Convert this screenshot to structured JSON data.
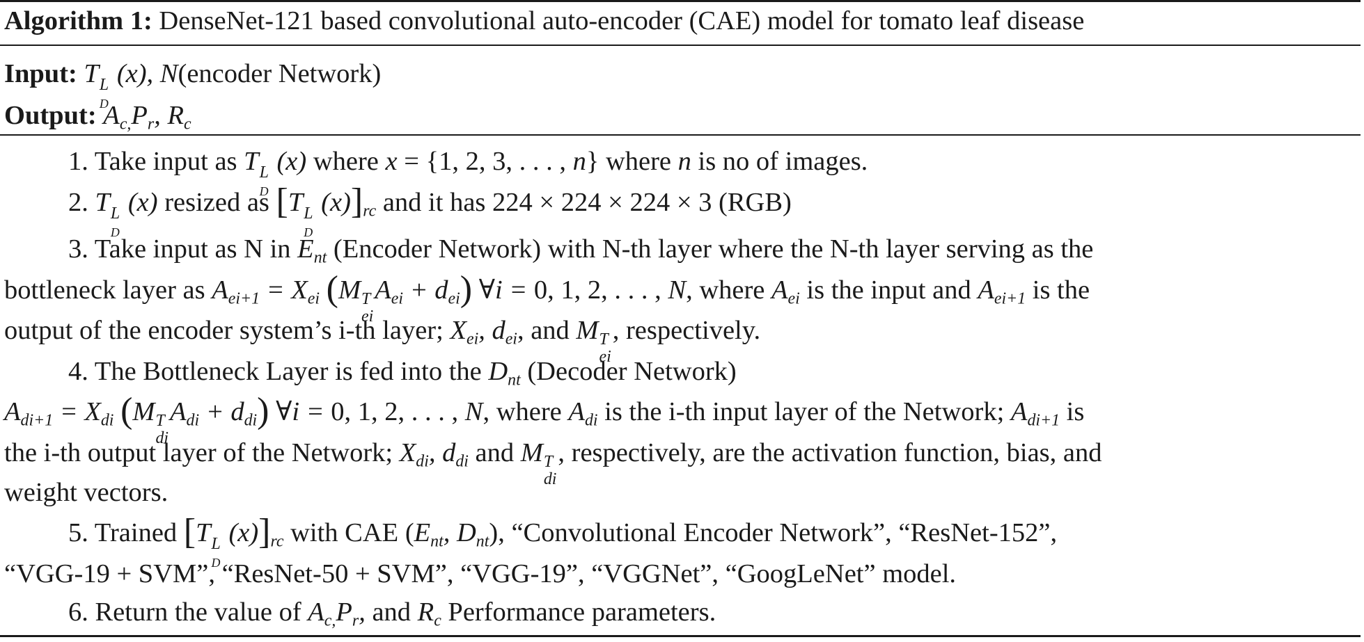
{
  "algorithm": {
    "label": "Algorithm 1:",
    "title": "DenseNet-121 based convolutional auto-encoder (CAE) model for tomato leaf disease"
  },
  "io": {
    "input_label": "Input:",
    "input_text": "(encoder Network)",
    "output_label": "Output:"
  },
  "steps": {
    "s1": {
      "num": "1. Take input as",
      "t1": "where",
      "t2": "where",
      "t3": "is no of images."
    },
    "s2": {
      "num": "2.",
      "t1": "resized as",
      "t2": "and it has 224 × 224 × 224 × 3  (RGB)"
    },
    "s3": {
      "num": "3. Take input as N in",
      "t1": "(Encoder Network) with N-th  layer where the N-th  layer  serving as the",
      "t2": "bottleneck layer as",
      "t3": ", where",
      "t4": "is the input and",
      "t5": "is the",
      "t6": "output of the encoder system’s i-th  layer;",
      "t7": ", and",
      "t8": ", respectively."
    },
    "s4": {
      "num": "4. The Bottleneck Layer is fed into the",
      "t1": "(Decoder Network)",
      "t2": ", where",
      "t3": "is the i-th  input layer of the Network;",
      "t4": "is",
      "t5": "the i-th  output layer of the Network;",
      "t6": "and",
      "t7": ", respectively, are the activation function, bias, and",
      "t8": "weight vectors."
    },
    "s5": {
      "num": "5. Trained",
      "t1": "with CAE",
      "t2": ", “Convolutional Encoder Network”, “ResNet-152”,",
      "t3": "“VGG-19 + SVM”, “ResNet-50 + SVM”, “VGG-19”, “VGGNet”, “GoogLeNet” model."
    },
    "s6": {
      "num": "6. Return the value of",
      "t1": "and",
      "t2": "Performance parameters."
    }
  }
}
